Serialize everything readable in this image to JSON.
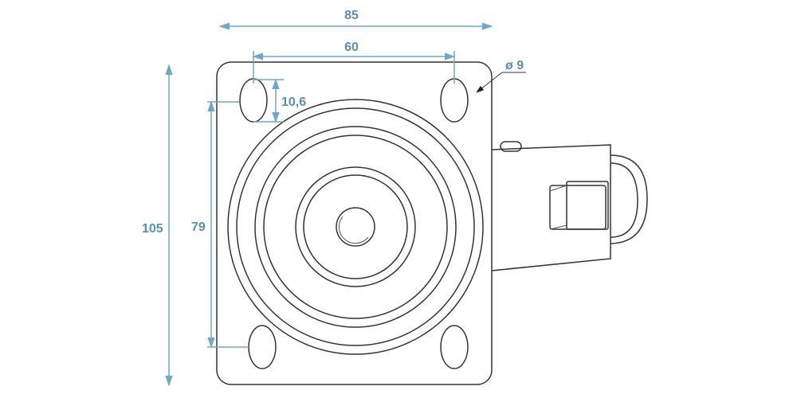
{
  "drawing": {
    "part": "swivel caster with brake, top view",
    "colors": {
      "outline": "#333333",
      "dimension": "#6fa8c7",
      "dimension_text": "#5b8fb0"
    },
    "dimensions": {
      "overall_width": "85",
      "hole_spacing_x": "60",
      "slot_length": "10,6",
      "hole_diameter": "ø 9",
      "overall_height": "105",
      "hole_spacing_y": "79"
    }
  }
}
